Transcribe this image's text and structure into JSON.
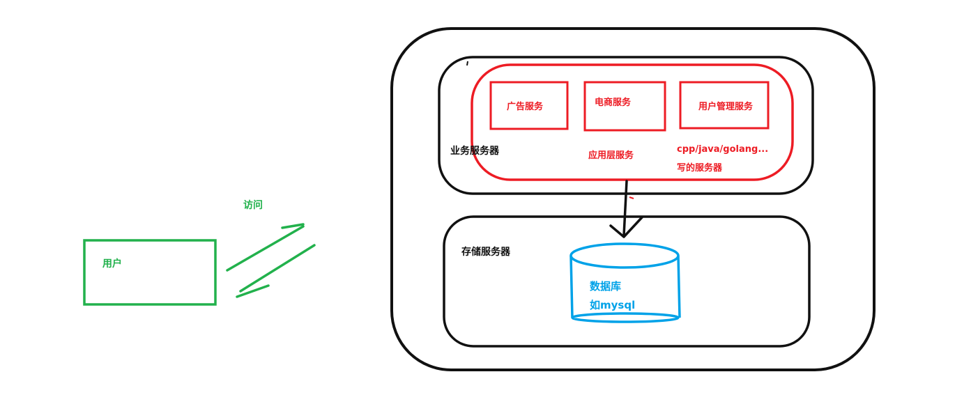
{
  "colors": {
    "user_green": "#22b14c",
    "server_black": "#111111",
    "service_red": "#ed1c24",
    "database_blue": "#00a2e8"
  },
  "user": {
    "label": "用户"
  },
  "access": {
    "label": "访问"
  },
  "business_server": {
    "label": "业务服务器"
  },
  "app_layer": {
    "label": "应用层服务",
    "languages": "cpp/java/golang...",
    "written_servers": "写的服务器",
    "services": [
      "广告服务",
      "电商服务",
      "用户管理服务"
    ]
  },
  "storage_server": {
    "label": "存储服务器"
  },
  "database": {
    "label": "数据库",
    "example": "如mysql"
  }
}
